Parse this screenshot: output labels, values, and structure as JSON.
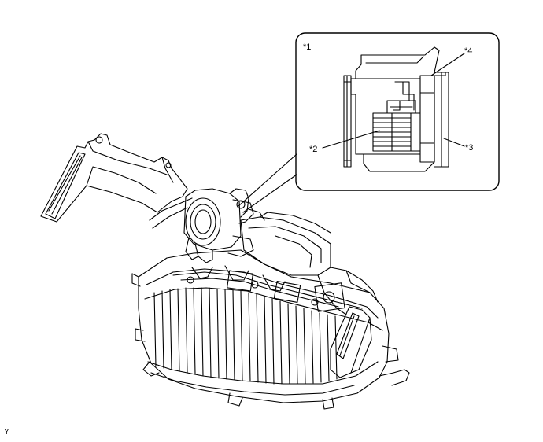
{
  "callouts": {
    "inset_number": "*1",
    "part_2": "*2",
    "part_3": "*3",
    "part_4": "*4"
  },
  "corner_mark": "Y"
}
